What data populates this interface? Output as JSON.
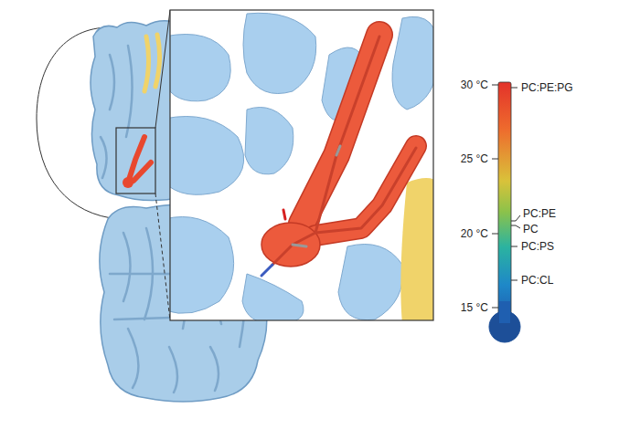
{
  "diagram": {
    "labels": [
      "30 °C",
      "25 °C",
      "20 °C",
      "15 °C",
      "PC:PE:PG",
      "PC:PE",
      "PC",
      "PC:PS",
      "PC:CL"
    ]
  }
}
